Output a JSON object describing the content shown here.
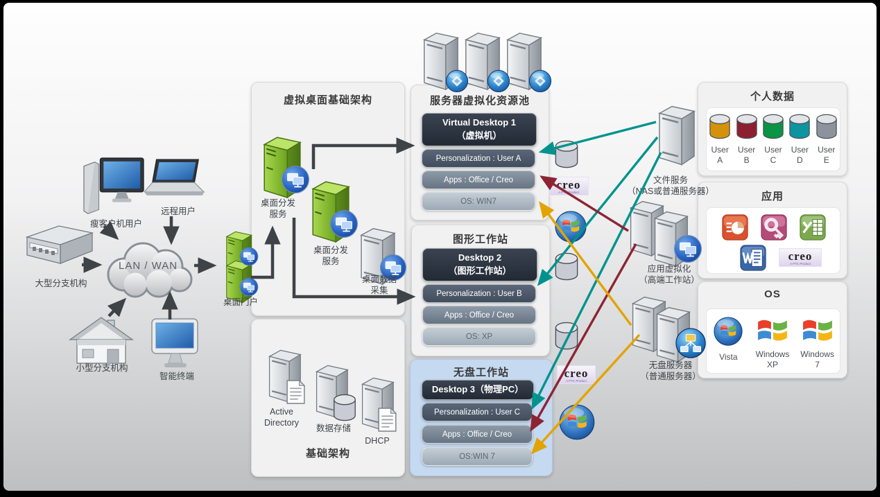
{
  "colors": {
    "teal": "#00938D",
    "dark_red": "#8D2433",
    "orange": "#E2A402",
    "arrow": "#3E4347",
    "diskless_panel_bg": "#C5D9F0",
    "panel_bg": "#F1F1F2",
    "card_title_bg": "#222A35"
  },
  "left_zone": {
    "thin_client_label": "瘦客户机用户",
    "remote_user_label": "远程用户",
    "large_branch_label": "大型分支机构",
    "cloud_label": "LAN / WAN",
    "small_branch_label": "小型分支机构",
    "smart_terminal_label": "智能终端",
    "desktop_portal_label": "桌面门户"
  },
  "vdi_panel": {
    "title": "虚拟桌面基础架构",
    "dist_service1_label": "桌面分发\n服务",
    "dist_service2_label": "桌面分发\n服务",
    "data_collect_label": "桌面数据\n采集"
  },
  "infra_panel": {
    "title": "基础架构",
    "ad_label": "Active\nDirectory",
    "storage_label": "数据存储",
    "dhcp_label": "DHCP"
  },
  "pool_panel": {
    "title": "服务器虚拟化资源池",
    "card_title": "Virtual Desktop 1\n（虚拟机）",
    "rows": [
      "Personalization : User A",
      "Apps : Office / Creo",
      "OS: WIN7"
    ]
  },
  "graphics_panel": {
    "title": "图形工作站",
    "card_title": "Desktop  2\n（图形工作站）",
    "rows": [
      "Personalization : User B",
      "Apps : Office / Creo",
      "OS: XP"
    ]
  },
  "diskless_panel": {
    "title": "无盘工作站",
    "card_title": "Desktop  3（物理PC）",
    "rows": [
      "Personalization : User C",
      "Apps : Office / Creo",
      "OS:WIN 7"
    ]
  },
  "mid_servers": {
    "file_service_label": "文件服务\n（NAS或普通服务器）",
    "app_virt_label": "应用虚拟化\n（高端工作站）",
    "diskless_server_label": "无盘服务器\n（普通服务器）"
  },
  "personal_panel": {
    "title": "个人数据",
    "users": [
      {
        "name": "User A",
        "color": "#D4920B"
      },
      {
        "name": "User B",
        "color": "#8E1F2F"
      },
      {
        "name": "User C",
        "color": "#0B9444"
      },
      {
        "name": "User D",
        "color": "#0E93A0"
      },
      {
        "name": "User E",
        "color": "#8C939C"
      }
    ]
  },
  "apps_panel": {
    "title": "应用"
  },
  "os_panel": {
    "title": "OS",
    "items": [
      "Vista",
      "Windows XP",
      "Windows 7"
    ]
  },
  "creo_badge": {
    "text": "creo",
    "sub": "A PTC Product"
  }
}
